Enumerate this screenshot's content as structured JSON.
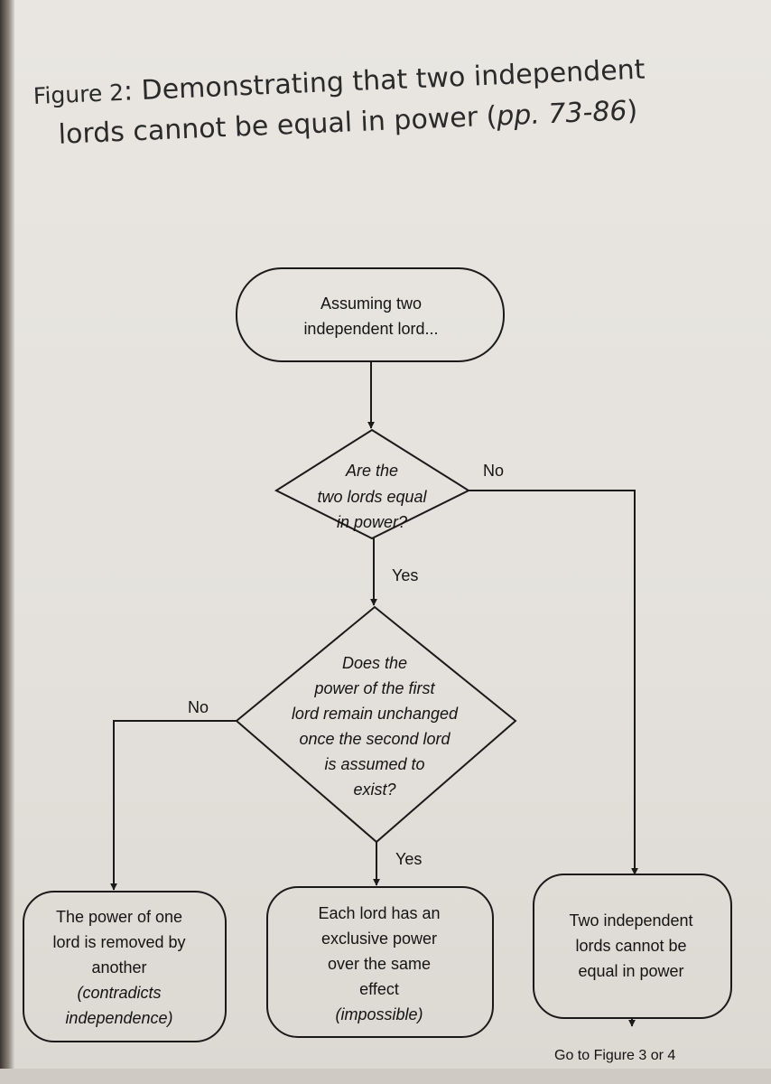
{
  "figure": {
    "title_prefix": "Figure 2",
    "title_main": ": Demonstrating that two independent",
    "title_line2_start": "lords cannot be equal in power (",
    "title_pages": "pp. 73-86",
    "title_line2_end": ")"
  },
  "nodes": {
    "start": [
      "Assuming two",
      "independent lord..."
    ],
    "q1": [
      "Are the",
      "two lords equal",
      "in power?"
    ],
    "q2": [
      "Does the",
      "power of the first",
      "lord remain unchanged",
      "once the second lord",
      "is assumed to",
      "exist?"
    ],
    "left": [
      "The power of one",
      "lord is removed by",
      "another",
      "(contradicts",
      "independence)"
    ],
    "middle": [
      "Each lord has an",
      "exclusive power",
      "over the same",
      "effect",
      "(impossible)"
    ],
    "right": [
      "Two independent",
      "lords cannot be",
      "equal in power"
    ]
  },
  "edges": {
    "q1_no": "No",
    "q1_yes": "Yes",
    "q2_no": "No",
    "q2_yes": "Yes"
  },
  "footer_note": "Go to Figure 3 or 4"
}
